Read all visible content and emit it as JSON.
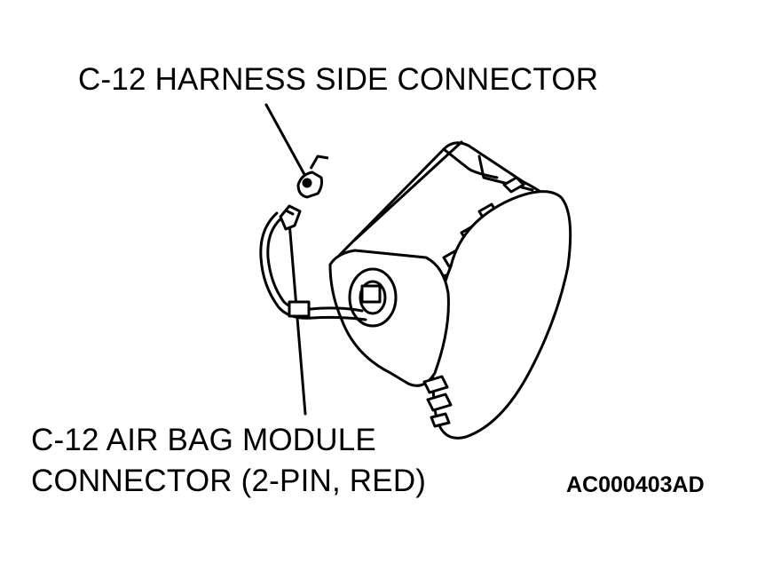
{
  "callouts": {
    "harness_side": "C-12 HARNESS SIDE CONNECTOR",
    "module_line1": "C-12 AIR BAG MODULE",
    "module_line2": "CONNECTOR (2-PIN, RED)"
  },
  "figure_code": "AC000403AD"
}
